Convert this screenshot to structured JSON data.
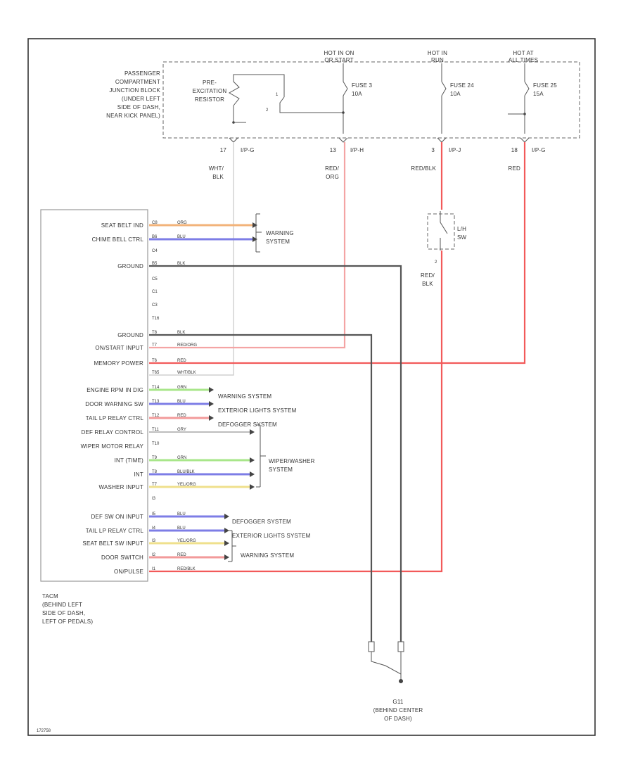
{
  "diagram_id": "172758",
  "junction_block": {
    "lines": [
      "PASSENGER",
      "COMPARTMENT",
      "JUNCTION BLOCK",
      "(UNDER LEFT",
      "SIDE OF DASH,",
      "NEAR KICK PANEL)"
    ]
  },
  "resistor_label": [
    "PRE-",
    "EXCITATION",
    "RESISTOR"
  ],
  "hot_labels": [
    {
      "line1": "HOT IN ON",
      "line2": "OR START"
    },
    {
      "line1": "HOT IN",
      "line2": "RUN"
    },
    {
      "line1": "HOT AT",
      "line2": "ALL TIMES"
    }
  ],
  "fuses": [
    {
      "name": "FUSE 3",
      "amp": "10A"
    },
    {
      "name": "FUSE 24",
      "amp": "10A"
    },
    {
      "name": "FUSE 25",
      "amp": "15A"
    }
  ],
  "top_connectors": [
    {
      "pin": "17",
      "conn": "I/P-G"
    },
    {
      "pin": "13",
      "conn": "I/P-H"
    },
    {
      "pin": "3",
      "conn": "I/P-J"
    },
    {
      "pin": "18",
      "conn": "I/P-G"
    }
  ],
  "top_wire_colors": [
    {
      "line1": "WHT/",
      "line2": "BLK"
    },
    {
      "line1": "RED/",
      "line2": "ORG"
    },
    {
      "line1": "RED/BLK",
      "line2": ""
    },
    {
      "line1": "RED",
      "line2": ""
    }
  ],
  "lh_switch": {
    "label_1": "L/H",
    "label_2": "SW",
    "pin": "2",
    "wire_1": "RED/",
    "wire_2": "BLK"
  },
  "ecu_label": [
    "TACM",
    "(BEHIND LEFT",
    "SIDE OF DASH,",
    "LEFT OF PEDALS)"
  ],
  "ecu_rows": [
    {
      "label": "SEAT BELT IND",
      "pin": "C8",
      "wire": "ORG"
    },
    {
      "label": "CHIME BELL CTRL",
      "pin": "B6",
      "wire": "BLU"
    },
    {
      "label": "",
      "pin": "C4",
      "wire": ""
    },
    {
      "label": "GROUND",
      "pin": "B5",
      "wire": "BLK"
    },
    {
      "label": "",
      "pin": "C5",
      "wire": ""
    },
    {
      "label": "",
      "pin": "C1",
      "wire": ""
    },
    {
      "label": "",
      "pin": "C3",
      "wire": ""
    },
    {
      "label": "",
      "pin": "T16",
      "wire": ""
    },
    {
      "label": "GROUND",
      "pin": "T8",
      "wire": "BLK"
    },
    {
      "label": "ON/START INPUT",
      "pin": "T7",
      "wire": "RED/ORG"
    },
    {
      "label": "MEMORY POWER",
      "pin": "T6",
      "wire": "RED"
    },
    {
      "label": "",
      "pin": "T65",
      "wire": "WHT/BLK"
    },
    {
      "label": "ENGINE RPM IN DIG",
      "pin": "T14",
      "wire": "GRN"
    },
    {
      "label": "DOOR WARNING SW",
      "pin": "T13",
      "wire": "BLU"
    },
    {
      "label": "TAIL LP RELAY CTRL",
      "pin": "T12",
      "wire": "RED"
    },
    {
      "label": "DEF RELAY CONTROL",
      "pin": "T11",
      "wire": "GRY"
    },
    {
      "label": "WIPER MOTOR RELAY",
      "pin": "T10",
      "wire": ""
    },
    {
      "label": "INT (TIME)",
      "pin": "T9",
      "wire": "GRN"
    },
    {
      "label": "INT",
      "pin": "T8",
      "wire": "BLU/BLK"
    },
    {
      "label": "WASHER INPUT",
      "pin": "T7",
      "wire": "YEL/ORG"
    },
    {
      "label": "",
      "pin": "I3",
      "wire": ""
    },
    {
      "label": "DEF SW ON INPUT",
      "pin": "I5",
      "wire": "BLU"
    },
    {
      "label": "TAIL LP RELAY CTRL",
      "pin": "I4",
      "wire": "BLU"
    },
    {
      "label": "SEAT BELT SW INPUT",
      "pin": "I3",
      "wire": "YEL/ORG"
    },
    {
      "label": "DOOR SWITCH",
      "pin": "I2",
      "wire": "RED"
    },
    {
      "label": "ON/PULSE",
      "pin": "I1",
      "wire": "RED/BLK"
    }
  ],
  "system_labels": {
    "warning_1": [
      "WARNING",
      "SYSTEM"
    ],
    "warning_2": "WARNING SYSTEM",
    "exterior_1": "EXTERIOR LIGHTS SYSTEM",
    "defogger_1": "DEFOGGER SYSTEM",
    "wiper": [
      "WIPER/WASHER",
      "SYSTEM"
    ],
    "defogger_2": "DEFOGGER SYSTEM",
    "exterior_2": "EXTERIOR LIGHTS SYSTEM",
    "warning_3": "WARNING SYSTEM"
  },
  "ground": {
    "name": "G11",
    "line1": "(BEHIND CENTER",
    "line2": "OF DASH)"
  }
}
